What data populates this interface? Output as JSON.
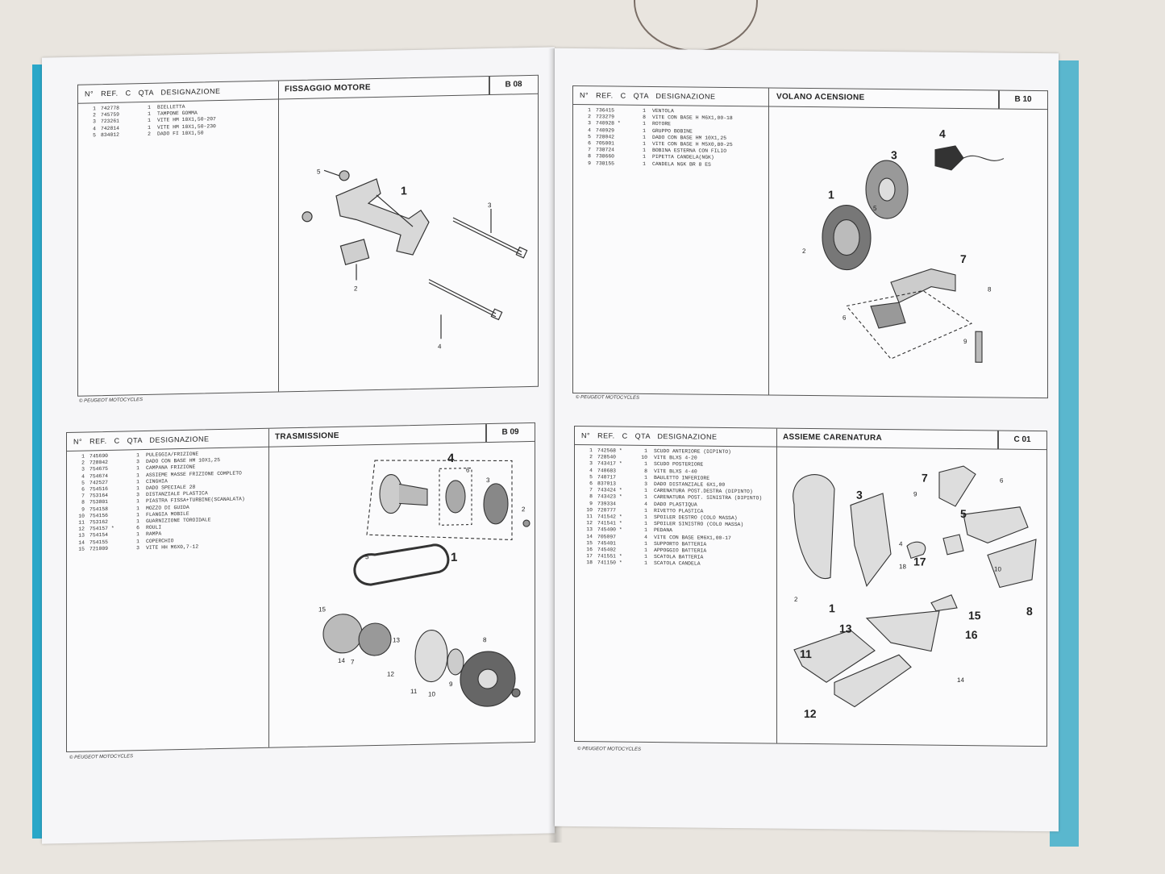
{
  "headers": {
    "n": "N°",
    "ref": "REF.",
    "c": "C",
    "qta": "QTA",
    "designazione": "DESIGNAZIONE"
  },
  "footer": "PEUGEOT MOTOCYCLES",
  "sheets": {
    "b08": {
      "title": "FISSAGGIO MOTORE",
      "code": "B 08",
      "rows": [
        {
          "n": "1",
          "ref": "742778",
          "q": "1",
          "desc": "BIELLETTA"
        },
        {
          "n": "2",
          "ref": "745759",
          "q": "1",
          "desc": "TAMPONE GOMMA"
        },
        {
          "n": "3",
          "ref": "723261",
          "q": "1",
          "desc": "VITE HM 10X1,50-207"
        },
        {
          "n": "4",
          "ref": "742814",
          "q": "1",
          "desc": "VITE HM 10X1,50-230"
        },
        {
          "n": "5",
          "ref": "834012",
          "q": "2",
          "desc": "DADO FI 10X1,50"
        }
      ],
      "callouts": [
        "1",
        "2",
        "3",
        "4",
        "5"
      ]
    },
    "b10": {
      "title": "VOLANO ACENSIONE",
      "code": "B 10",
      "rows": [
        {
          "n": "1",
          "ref": "736415",
          "q": "1",
          "desc": "VENTOLA"
        },
        {
          "n": "2",
          "ref": "723279",
          "q": "8",
          "desc": "VITE CON BASE H M6X1,00-18"
        },
        {
          "n": "3",
          "ref": "740928 *",
          "q": "1",
          "desc": "ROTORE"
        },
        {
          "n": "4",
          "ref": "740929",
          "q": "1",
          "desc": "GRUPPO BOBINE"
        },
        {
          "n": "5",
          "ref": "728042",
          "q": "1",
          "desc": "DADO CON BASE HM 10X1,25"
        },
        {
          "n": "6",
          "ref": "705001",
          "q": "1",
          "desc": "VITE CON BASE H M5X0,80-25"
        },
        {
          "n": "7",
          "ref": "738724",
          "q": "1",
          "desc": "BOBINA ESTERNA CON FILIO"
        },
        {
          "n": "8",
          "ref": "738660",
          "q": "1",
          "desc": "PIPETTA CANDELA(NGK)"
        },
        {
          "n": "9",
          "ref": "738155",
          "q": "1",
          "desc": "CANDELA NGK BR 8 ES"
        }
      ],
      "callouts": [
        "1",
        "2",
        "3",
        "4",
        "5",
        "6",
        "7",
        "8",
        "9"
      ]
    },
    "b09": {
      "title": "TRASMISSIONE",
      "code": "B 09",
      "rows": [
        {
          "n": "1",
          "ref": "745690",
          "q": "1",
          "desc": "PULEGGIA/FRIZIONE"
        },
        {
          "n": "2",
          "ref": "728042",
          "q": "3",
          "desc": "DADO CON BASE HM 10X1,25"
        },
        {
          "n": "3",
          "ref": "754675",
          "q": "1",
          "desc": "CAMPANA FRIZIONE"
        },
        {
          "n": "4",
          "ref": "754674",
          "q": "1",
          "desc": "ASSIEME MASSE FRIZIONE COMPLETO"
        },
        {
          "n": "5",
          "ref": "742527",
          "q": "1",
          "desc": "CINGHIA"
        },
        {
          "n": "6",
          "ref": "754516",
          "q": "1",
          "desc": "DADO SPECIALE 28"
        },
        {
          "n": "7",
          "ref": "753164",
          "q": "3",
          "desc": "DISTANZIALE PLASTICA"
        },
        {
          "n": "8",
          "ref": "753801",
          "q": "1",
          "desc": "PIASTRA FISSA+TURBINE(SCANALATA)"
        },
        {
          "n": "9",
          "ref": "754158",
          "q": "1",
          "desc": "MOZZO DI GUIDA"
        },
        {
          "n": "10",
          "ref": "754156",
          "q": "1",
          "desc": "FLANGIA MOBILE"
        },
        {
          "n": "11",
          "ref": "753162",
          "q": "1",
          "desc": "GUARNIZIONE TOROIDALE"
        },
        {
          "n": "12",
          "ref": "754157 *",
          "q": "6",
          "desc": "ROULI"
        },
        {
          "n": "13",
          "ref": "754154",
          "q": "1",
          "desc": "RAMPA"
        },
        {
          "n": "14",
          "ref": "754155",
          "q": "1",
          "desc": "COPERCHIO"
        },
        {
          "n": "15",
          "ref": "721009",
          "q": "3",
          "desc": "VITE HH M6X0,7-12"
        }
      ],
      "callouts": [
        "1",
        "2",
        "3",
        "4",
        "5",
        "6",
        "7",
        "8",
        "9",
        "10",
        "11",
        "12",
        "13",
        "14",
        "15"
      ]
    },
    "c01": {
      "title": "ASSIEME CARENATURA",
      "code": "C 01",
      "rows": [
        {
          "n": "1",
          "ref": "742568 *",
          "q": "1",
          "desc": "SCUDO ANTERIORE (DIPINTO)"
        },
        {
          "n": "2",
          "ref": "728540",
          "q": "10",
          "desc": "VITE BLXS 4-20"
        },
        {
          "n": "3",
          "ref": "743417 *",
          "q": "1",
          "desc": "SCUDO POSTERIORE"
        },
        {
          "n": "4",
          "ref": "740683",
          "q": "8",
          "desc": "VITE BLXS 4-40"
        },
        {
          "n": "5",
          "ref": "740717",
          "q": "1",
          "desc": "BAULETTO INFERIORE"
        },
        {
          "n": "6",
          "ref": "837013",
          "q": "3",
          "desc": "DADO DISTANZIALE 6X1,00"
        },
        {
          "n": "7",
          "ref": "743424 *",
          "q": "1",
          "desc": "CARENATURA POST.DESTRA (DIPINTO)"
        },
        {
          "n": "8",
          "ref": "743423 *",
          "q": "1",
          "desc": "CARENATURA POST. SINISTRA (DIPINTO)"
        },
        {
          "n": "9",
          "ref": "739334",
          "q": "4",
          "desc": "DADO PLASTIQUA"
        },
        {
          "n": "10",
          "ref": "720777",
          "q": "1",
          "desc": "RIVETTO PLASTICA"
        },
        {
          "n": "11",
          "ref": "741542 *",
          "q": "1",
          "desc": "SPOILER DESTRO (COLO MASSA)"
        },
        {
          "n": "12",
          "ref": "741541 *",
          "q": "1",
          "desc": "SPOILER SINISTRO (COLO MASSA)"
        },
        {
          "n": "13",
          "ref": "745400 *",
          "q": "1",
          "desc": "PEDANA"
        },
        {
          "n": "14",
          "ref": "705097",
          "q": "4",
          "desc": "VITE CON BASE EM6X1,00-17"
        },
        {
          "n": "15",
          "ref": "745401",
          "q": "1",
          "desc": "SUPPORTO BATTERIA"
        },
        {
          "n": "16",
          "ref": "745402",
          "q": "1",
          "desc": "APPOGGIO BATTERIA"
        },
        {
          "n": "17",
          "ref": "741551 *",
          "q": "1",
          "desc": "SCATOLA BATTERIA"
        },
        {
          "n": "18",
          "ref": "741150 *",
          "q": "1",
          "desc": "SCATOLA CANDELA"
        }
      ],
      "callouts": [
        "1",
        "2",
        "3",
        "4",
        "5",
        "6",
        "7",
        "8",
        "9",
        "10",
        "11",
        "12",
        "13",
        "14",
        "15",
        "16",
        "17",
        "18"
      ]
    }
  }
}
